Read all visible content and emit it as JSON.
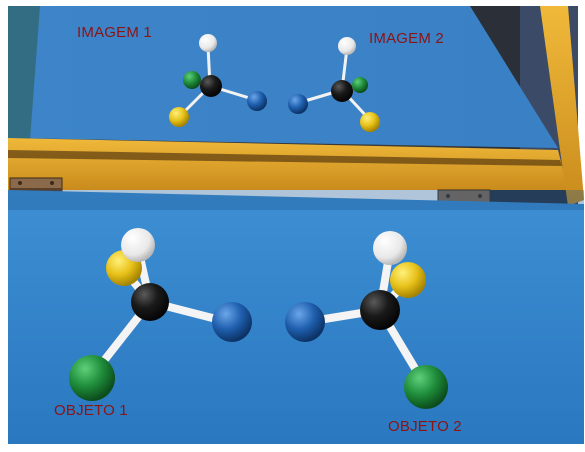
{
  "labels": {
    "image1": "IMAGEM 1",
    "image2": "IMAGEM 2",
    "object1": "OBJETO 1",
    "object2": "OBJETO 2"
  },
  "colors": {
    "label": "#8b1414",
    "table_blue": "#2f80c8",
    "frame_yellow": "#e0a52a",
    "atom_black": "#151515",
    "atom_white": "#f2f2f2",
    "atom_yellow": "#e8c21a",
    "atom_green": "#1e8c3a",
    "atom_blue": "#1f5fae"
  }
}
